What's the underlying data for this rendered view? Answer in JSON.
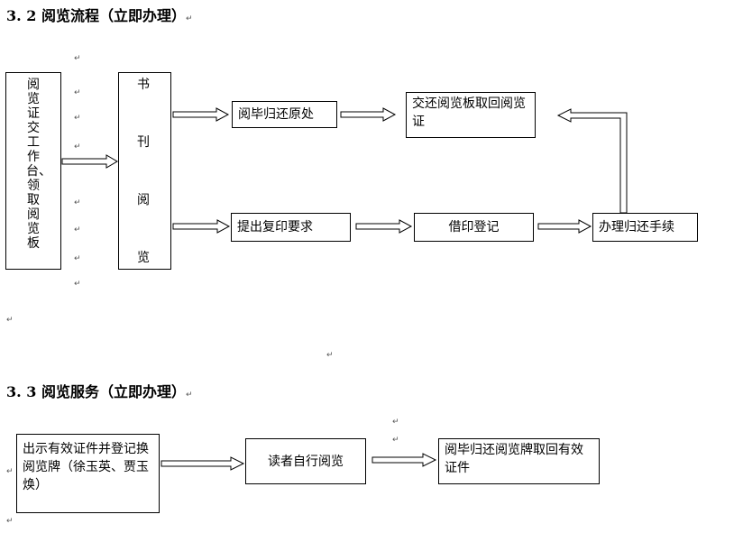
{
  "section1": {
    "title": "3. 2 阅览流程（立即办理）",
    "box_left": "阅览证交工作台、领取阅览板",
    "box_books": [
      "书",
      "刊",
      "阅",
      "览"
    ],
    "box_return": "阅毕归还原处",
    "box_retrieve": "交还阅览板取回阅览证",
    "box_copy": "提出复印要求",
    "box_register": "借印登记",
    "box_procedure": "办理归还手续"
  },
  "section2": {
    "title": "3. 3 阅览服务（立即办理）",
    "box_show": "出示有效证件并登记换阅览牌（徐玉英、贾玉焕）",
    "box_read": "读者自行阅览",
    "box_finish": "阅毕归还阅览牌取回有效证件"
  },
  "paragraph_mark": "↵",
  "colors": {
    "line": "#000000",
    "arrow_fill": "#ffffff",
    "mark": "#555555"
  }
}
